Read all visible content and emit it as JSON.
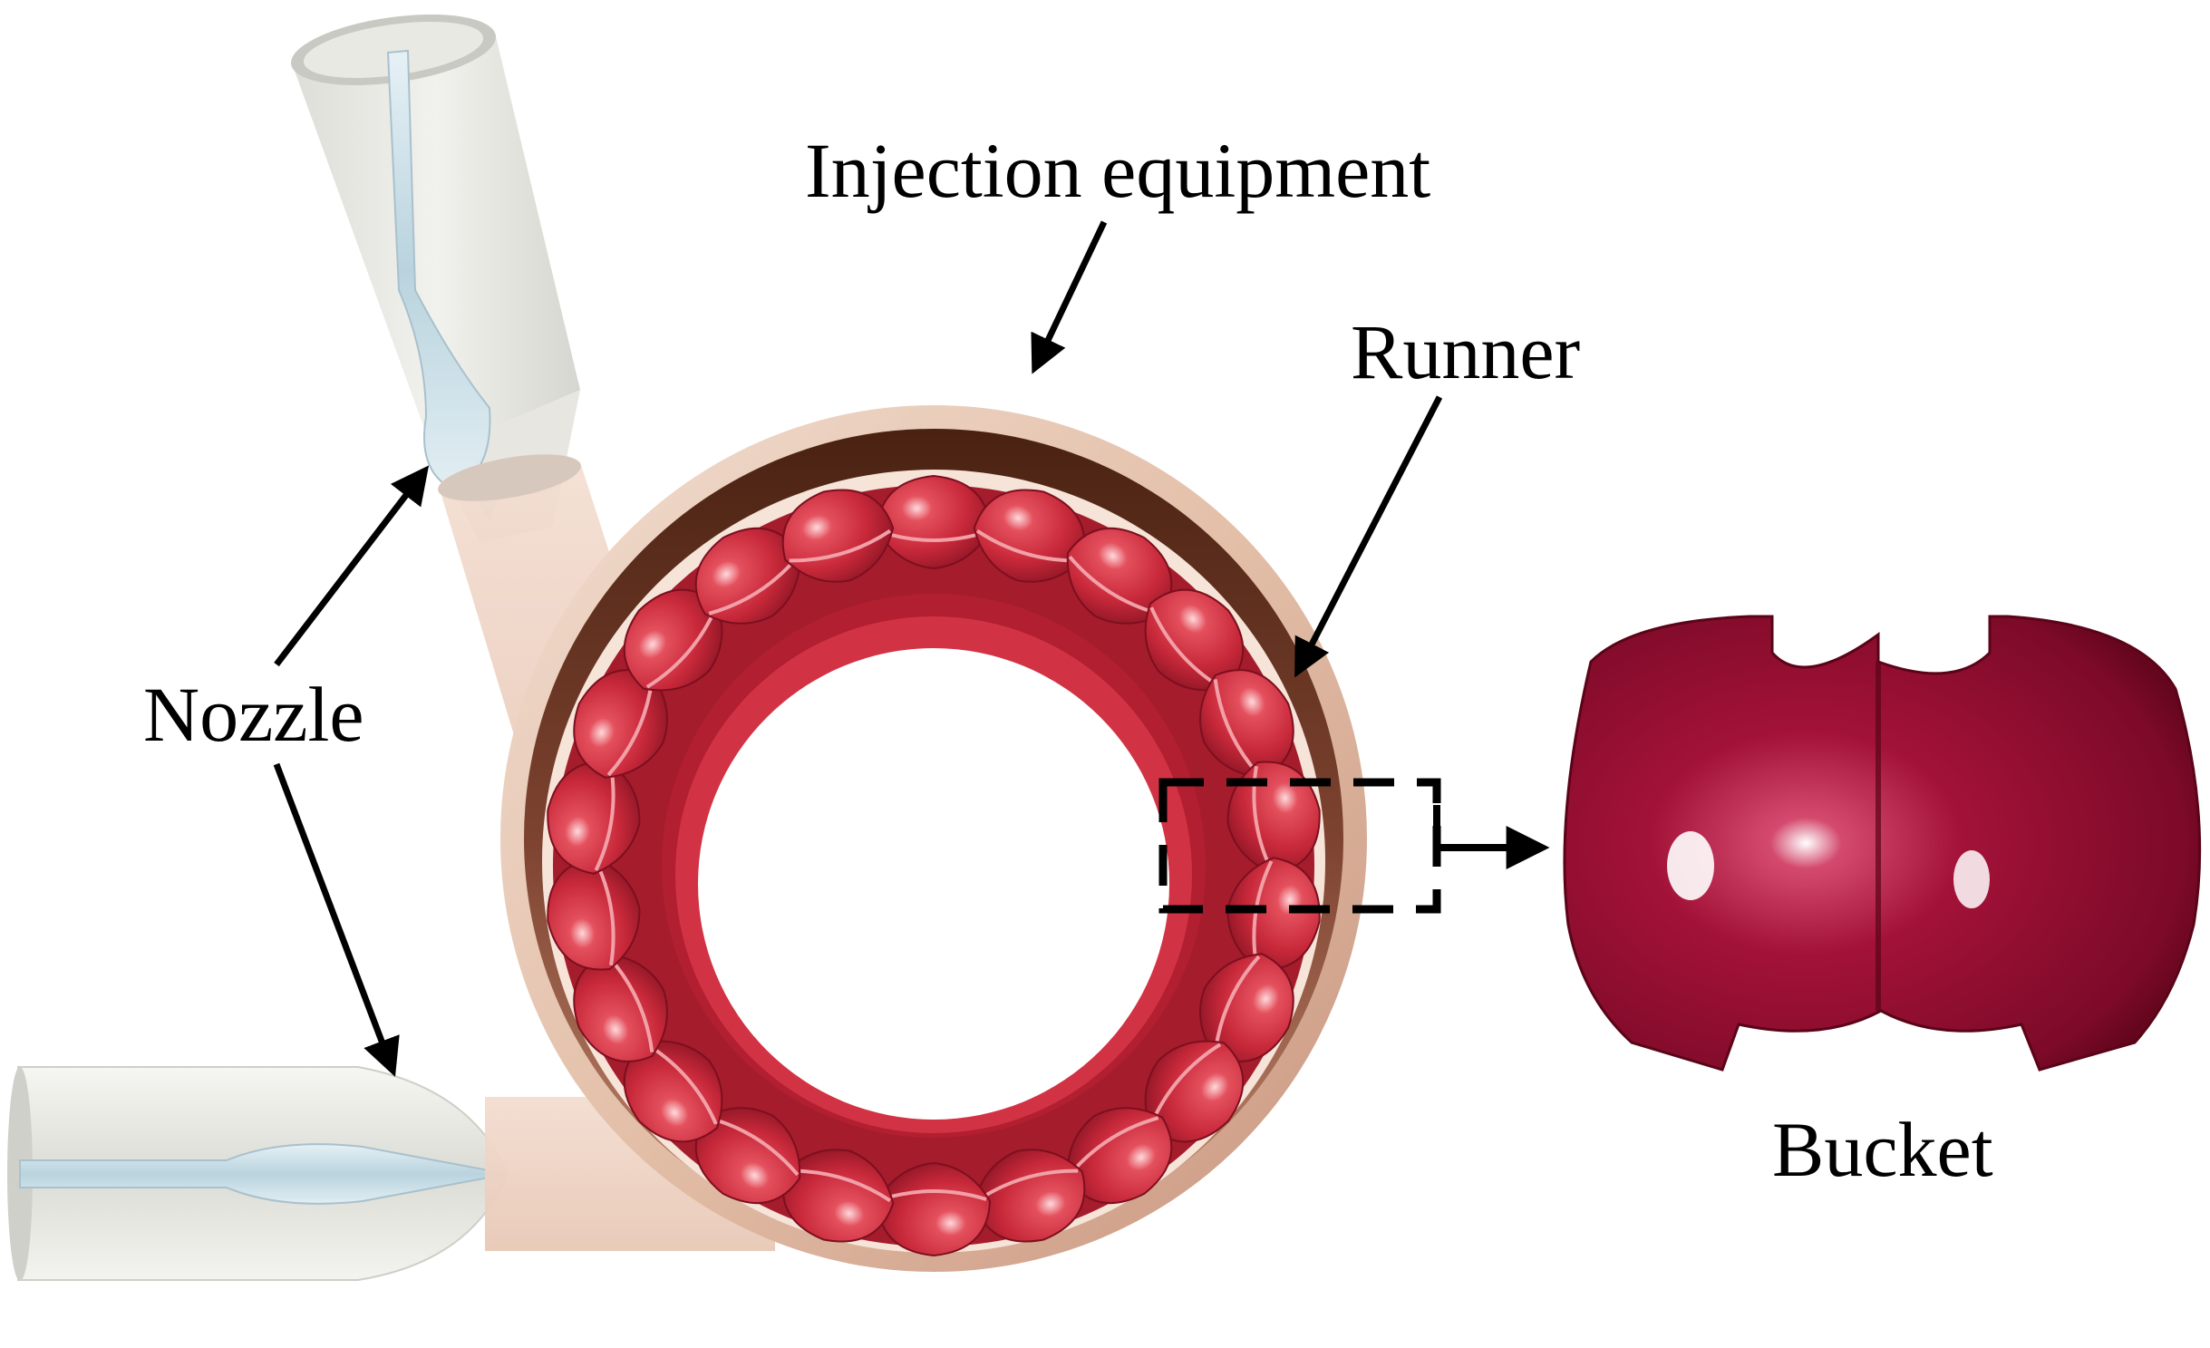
{
  "labels": {
    "injection": "Injection equipment",
    "runner": "Runner",
    "nozzle": "Nozzle",
    "bucket": "Bucket"
  },
  "bucket_count": 22,
  "colors": {
    "bucket_red": "#c8293a",
    "bucket_detail": "#8e0f2c",
    "casing": "#e7c9b4",
    "casing_dark": "#6e3a26",
    "nozzle_body": "#e9e9e4",
    "needle": "#cfe2ea",
    "arrow": "#000000"
  }
}
